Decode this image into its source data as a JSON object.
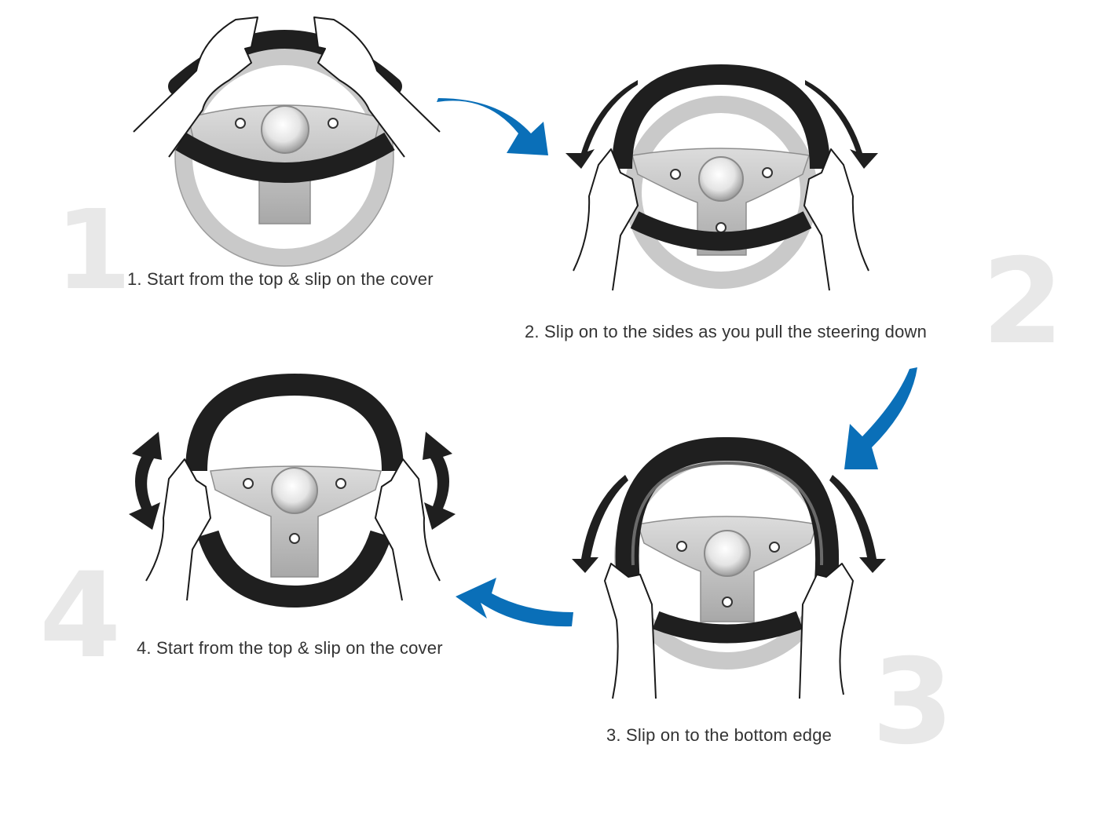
{
  "steps": [
    {
      "number": "1",
      "caption": "1. Start from the top & slip on the cover"
    },
    {
      "number": "2",
      "caption": "2. Slip on to the sides as you pull the steering down"
    },
    {
      "number": "3",
      "caption": "3. Slip on to the bottom edge"
    },
    {
      "number": "4",
      "caption": "4. Start from the top & slip on the cover"
    }
  ],
  "colors": {
    "arrow_blue": "#0a6fb8",
    "cover_black": "#1f1f1f",
    "wheel_gray": "#c9c9c9",
    "step_number_gray": "#e8e8e8",
    "caption_text": "#333333"
  },
  "icons": [
    "steering-wheel-icon",
    "hand-icon",
    "curved-arrow-icon",
    "rotate-arrow-icon"
  ]
}
